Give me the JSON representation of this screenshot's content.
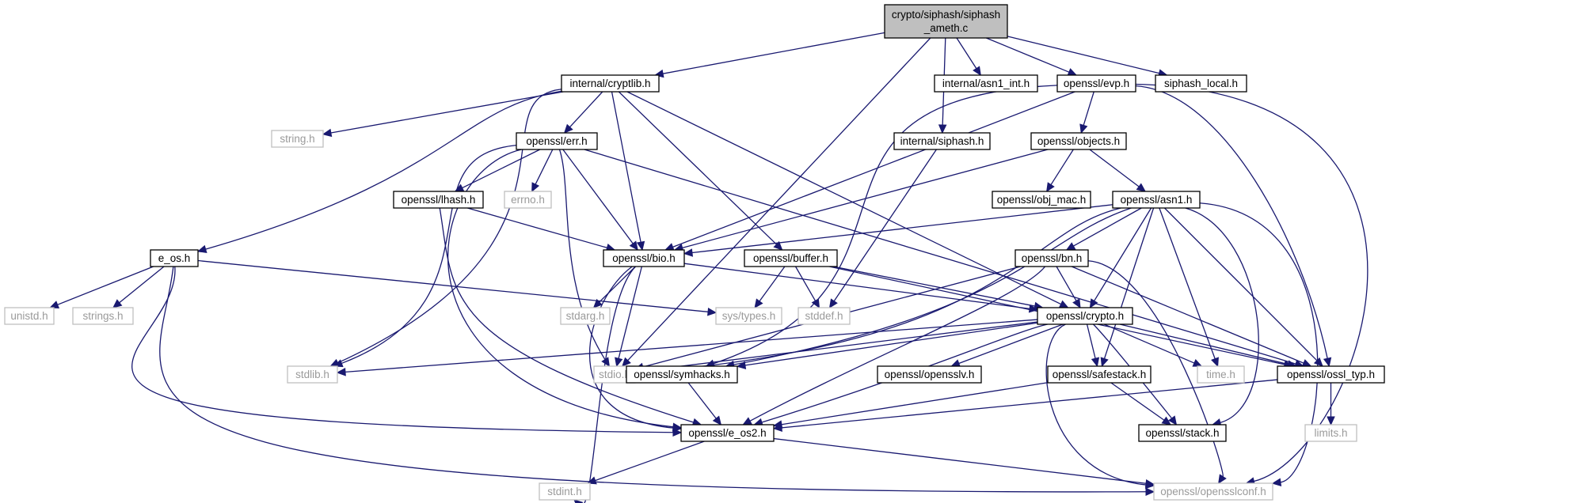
{
  "colors": {
    "edge": "#191970",
    "root_fill": "#bfbfbf",
    "local_border": "#000000",
    "system_border": "#bfbfbf",
    "system_text": "#9a9a9a"
  },
  "nodes": [
    {
      "id": "root",
      "kind": "root",
      "lines": [
        "crypto/siphash/siphash",
        "_ameth.c"
      ]
    },
    {
      "id": "cryptlib",
      "kind": "local",
      "lines": [
        "internal/cryptlib.h"
      ]
    },
    {
      "id": "asn1_int",
      "kind": "local",
      "lines": [
        "internal/asn1_int.h"
      ]
    },
    {
      "id": "evp",
      "kind": "local",
      "lines": [
        "openssl/evp.h"
      ]
    },
    {
      "id": "siphash_local",
      "kind": "local",
      "lines": [
        "siphash_local.h"
      ]
    },
    {
      "id": "string",
      "kind": "system",
      "lines": [
        "string.h"
      ]
    },
    {
      "id": "err",
      "kind": "local",
      "lines": [
        "openssl/err.h"
      ]
    },
    {
      "id": "isiphash",
      "kind": "local",
      "lines": [
        "internal/siphash.h"
      ]
    },
    {
      "id": "objects",
      "kind": "local",
      "lines": [
        "openssl/objects.h"
      ]
    },
    {
      "id": "lhash",
      "kind": "local",
      "lines": [
        "openssl/lhash.h"
      ]
    },
    {
      "id": "errno",
      "kind": "system",
      "lines": [
        "errno.h"
      ]
    },
    {
      "id": "obj_mac",
      "kind": "local",
      "lines": [
        "openssl/obj_mac.h"
      ]
    },
    {
      "id": "asn1",
      "kind": "local",
      "lines": [
        "openssl/asn1.h"
      ]
    },
    {
      "id": "e_os",
      "kind": "local",
      "lines": [
        "e_os.h"
      ]
    },
    {
      "id": "bio",
      "kind": "local",
      "lines": [
        "openssl/bio.h"
      ]
    },
    {
      "id": "buffer",
      "kind": "local",
      "lines": [
        "openssl/buffer.h"
      ]
    },
    {
      "id": "bn",
      "kind": "local",
      "lines": [
        "openssl/bn.h"
      ]
    },
    {
      "id": "unistd",
      "kind": "system",
      "lines": [
        "unistd.h"
      ]
    },
    {
      "id": "strings",
      "kind": "system",
      "lines": [
        "strings.h"
      ]
    },
    {
      "id": "stdarg",
      "kind": "system",
      "lines": [
        "stdarg.h"
      ]
    },
    {
      "id": "systypes",
      "kind": "system",
      "lines": [
        "sys/types.h"
      ]
    },
    {
      "id": "stddef",
      "kind": "system",
      "lines": [
        "stddef.h"
      ]
    },
    {
      "id": "crypto",
      "kind": "local",
      "lines": [
        "openssl/crypto.h"
      ]
    },
    {
      "id": "stdlib",
      "kind": "system",
      "lines": [
        "stdlib.h"
      ]
    },
    {
      "id": "stdio",
      "kind": "system",
      "lines": [
        "stdio.h"
      ]
    },
    {
      "id": "symhacks",
      "kind": "local",
      "lines": [
        "openssl/symhacks.h"
      ]
    },
    {
      "id": "opensslv",
      "kind": "local",
      "lines": [
        "openssl/opensslv.h"
      ]
    },
    {
      "id": "safestack",
      "kind": "local",
      "lines": [
        "openssl/safestack.h"
      ]
    },
    {
      "id": "time",
      "kind": "system",
      "lines": [
        "time.h"
      ]
    },
    {
      "id": "ossl_typ",
      "kind": "local",
      "lines": [
        "openssl/ossl_typ.h"
      ]
    },
    {
      "id": "limits",
      "kind": "system",
      "lines": [
        "limits.h"
      ]
    },
    {
      "id": "e_os2",
      "kind": "local",
      "lines": [
        "openssl/e_os2.h"
      ]
    },
    {
      "id": "stack",
      "kind": "local",
      "lines": [
        "openssl/stack.h"
      ]
    },
    {
      "id": "stdint",
      "kind": "system",
      "lines": [
        "stdint.h"
      ]
    },
    {
      "id": "opensslconf",
      "kind": "system",
      "lines": [
        "openssl/opensslconf.h"
      ]
    }
  ],
  "edges": [
    [
      "root",
      "cryptlib"
    ],
    [
      "root",
      "asn1_int"
    ],
    [
      "root",
      "evp"
    ],
    [
      "root",
      "siphash_local"
    ],
    [
      "root",
      "isiphash"
    ],
    [
      "root",
      "stdio"
    ],
    [
      "cryptlib",
      "string"
    ],
    [
      "cryptlib",
      "err"
    ],
    [
      "cryptlib",
      "e_os"
    ],
    [
      "cryptlib",
      "stdlib"
    ],
    [
      "cryptlib",
      "bio"
    ],
    [
      "cryptlib",
      "buffer"
    ],
    [
      "cryptlib",
      "crypto"
    ],
    [
      "evp",
      "objects"
    ],
    [
      "evp",
      "bio"
    ],
    [
      "evp",
      "symhacks"
    ],
    [
      "evp",
      "ossl_typ"
    ],
    [
      "evp",
      "opensslconf"
    ],
    [
      "err",
      "lhash"
    ],
    [
      "err",
      "errno"
    ],
    [
      "err",
      "bio"
    ],
    [
      "err",
      "stdlib"
    ],
    [
      "err",
      "stdio"
    ],
    [
      "err",
      "e_os2"
    ],
    [
      "err",
      "ossl_typ"
    ],
    [
      "isiphash",
      "stddef"
    ],
    [
      "objects",
      "obj_mac"
    ],
    [
      "objects",
      "asn1"
    ],
    [
      "objects",
      "bio"
    ],
    [
      "lhash",
      "bio"
    ],
    [
      "lhash",
      "e_os2"
    ],
    [
      "asn1",
      "bio"
    ],
    [
      "asn1",
      "bn"
    ],
    [
      "asn1",
      "crypto"
    ],
    [
      "asn1",
      "symhacks"
    ],
    [
      "asn1",
      "stdio"
    ],
    [
      "asn1",
      "safestack"
    ],
    [
      "asn1",
      "time"
    ],
    [
      "asn1",
      "ossl_typ"
    ],
    [
      "asn1",
      "stack"
    ],
    [
      "asn1",
      "opensslconf"
    ],
    [
      "e_os",
      "unistd"
    ],
    [
      "e_os",
      "strings"
    ],
    [
      "e_os",
      "systypes"
    ],
    [
      "e_os",
      "e_os2"
    ],
    [
      "e_os",
      "opensslconf"
    ],
    [
      "bio",
      "stdarg"
    ],
    [
      "bio",
      "stdio"
    ],
    [
      "bio",
      "crypto"
    ],
    [
      "bio",
      "e_os2"
    ],
    [
      "bio",
      "stdint"
    ],
    [
      "buffer",
      "systypes"
    ],
    [
      "buffer",
      "stddef"
    ],
    [
      "buffer",
      "crypto"
    ],
    [
      "buffer",
      "ossl_typ"
    ],
    [
      "bn",
      "crypto"
    ],
    [
      "bn",
      "ossl_typ"
    ],
    [
      "bn",
      "stdio"
    ],
    [
      "bn",
      "e_os2"
    ],
    [
      "bn",
      "opensslconf"
    ],
    [
      "crypto",
      "stdlib"
    ],
    [
      "crypto",
      "stdio"
    ],
    [
      "crypto",
      "symhacks"
    ],
    [
      "crypto",
      "opensslv"
    ],
    [
      "crypto",
      "safestack"
    ],
    [
      "crypto",
      "time"
    ],
    [
      "crypto",
      "ossl_typ"
    ],
    [
      "crypto",
      "e_os2"
    ],
    [
      "crypto",
      "stack"
    ],
    [
      "crypto",
      "opensslconf"
    ],
    [
      "symhacks",
      "e_os2"
    ],
    [
      "safestack",
      "stack"
    ],
    [
      "safestack",
      "e_os2"
    ],
    [
      "ossl_typ",
      "limits"
    ],
    [
      "ossl_typ",
      "e_os2"
    ],
    [
      "e_os2",
      "opensslconf"
    ],
    [
      "e_os2",
      "stdint"
    ]
  ]
}
